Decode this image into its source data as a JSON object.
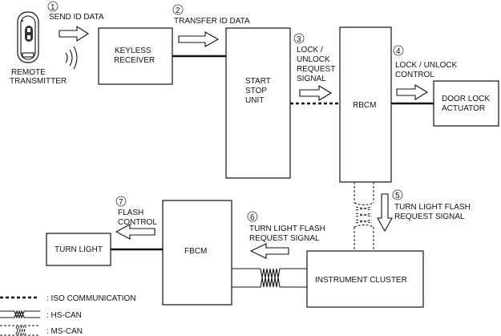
{
  "diagram": {
    "blocks": {
      "remote": [
        "REMOTE",
        "TRANSMITTER"
      ],
      "keyless": [
        "KEYLESS",
        "RECEIVER"
      ],
      "ssu": [
        "START",
        "STOP",
        "UNIT"
      ],
      "rbcm": "RBCM",
      "door": [
        "DOOR LOCK",
        "ACTUATOR"
      ],
      "fbcm": "FBCM",
      "cluster": "INSTRUMENT CLUSTER",
      "turn": "TURN LIGHT"
    },
    "steps": [
      {
        "num": "1",
        "lines": [
          "SEND ID DATA"
        ]
      },
      {
        "num": "2",
        "lines": [
          "TRANSFER ID DATA"
        ]
      },
      {
        "num": "3",
        "lines": [
          "LOCK /",
          "UNLOCK",
          "REQUEST",
          "SIGNAL"
        ]
      },
      {
        "num": "4",
        "lines": [
          "LOCK / UNLOCK",
          "CONTROL"
        ]
      },
      {
        "num": "5",
        "lines": [
          "TURN LIGHT FLASH",
          "REQUEST SIGNAL"
        ]
      },
      {
        "num": "6",
        "lines": [
          "TURN LIGHT FLASH",
          "REQUEST SIGNAL"
        ]
      },
      {
        "num": "7",
        "lines": [
          "FLASH",
          "CONTROL"
        ]
      }
    ],
    "legend": [
      {
        "label": ": ISO COMMUNICATION"
      },
      {
        "label": ": HS-CAN"
      },
      {
        "label": ": MS-CAN"
      }
    ]
  }
}
